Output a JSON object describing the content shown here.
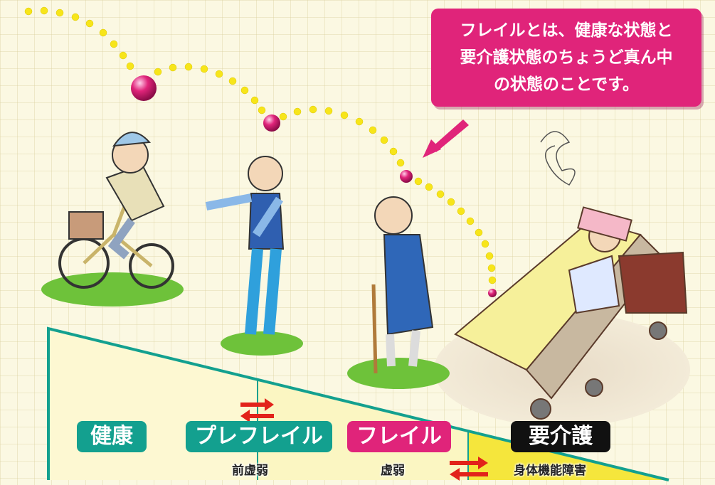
{
  "callout": {
    "lines": [
      "フレイルとは、健康な状態と",
      "要介護状態のちょうど真ん中",
      "の状態のことです。"
    ]
  },
  "stages": [
    {
      "label": "健康",
      "sublabel": ""
    },
    {
      "label": "プレフレイル",
      "sublabel": "前虚弱"
    },
    {
      "label": "フレイル",
      "sublabel": "虚弱"
    },
    {
      "label": "要介護",
      "sublabel": "身体機能障害"
    }
  ],
  "colors": {
    "teal": "#13a08f",
    "pink": "#e0247a",
    "black": "#111111",
    "yellow": "#f5e63c",
    "red_arrow": "#e2231a"
  }
}
